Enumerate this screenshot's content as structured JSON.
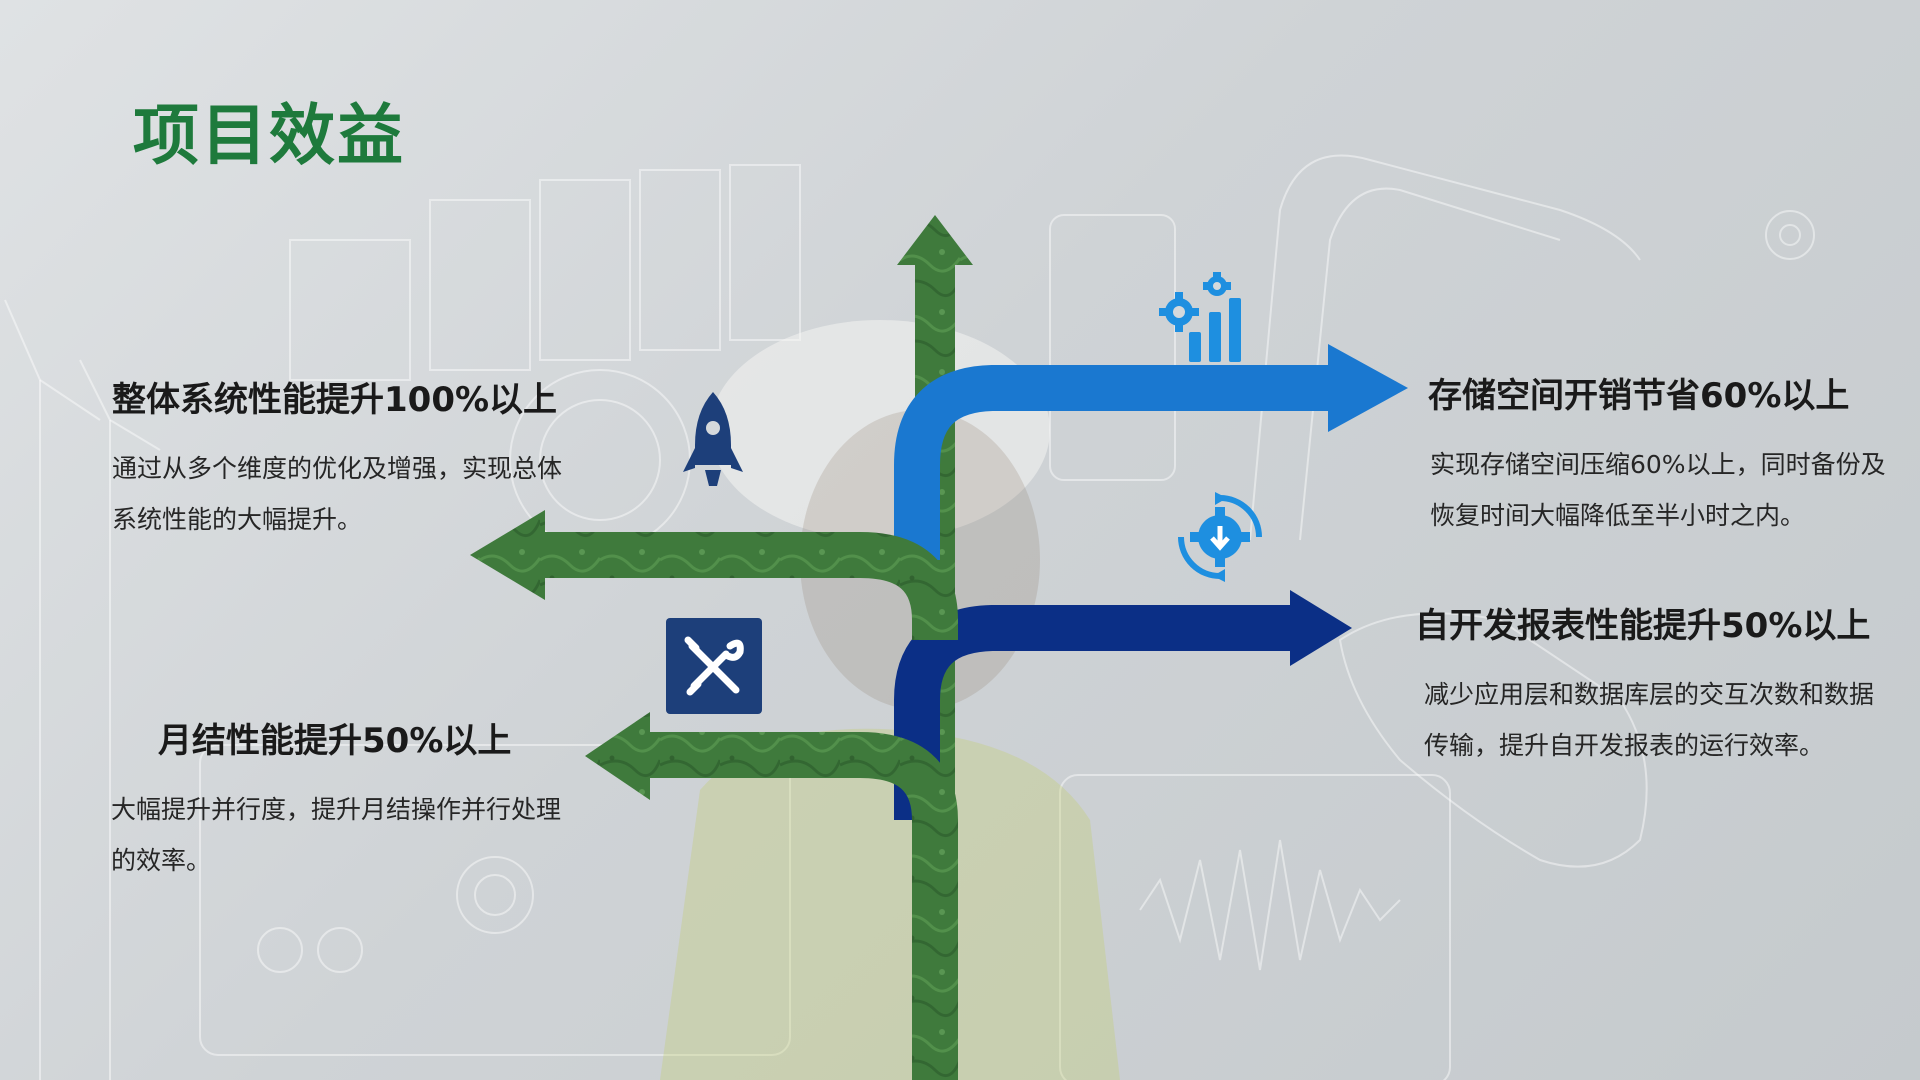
{
  "page": {
    "title": "项目效益"
  },
  "colors": {
    "title_green": "#1e7a3c",
    "arrow_green": "#3f7a3c",
    "arrow_blue": "#1a78d0",
    "arrow_navy": "#0b2f86",
    "icon_navy": "#1d3f7a",
    "icon_blue": "#1e8fe0"
  },
  "benefits": [
    {
      "title": "整体系统性能提升100%以上",
      "desc": "通过从多个维度的优化及增强，实现总体系统性能的大幅提升。",
      "icon": "rocket-icon"
    },
    {
      "title": "存储空间开销节省60%以上",
      "desc": "实现存储空间压缩60%以上，同时备份及恢复时间大幅降低至半小时之内。",
      "icon": "gear-chart-icon"
    },
    {
      "title": "自开发报表性能提升50%以上",
      "desc": "减少应用层和数据库层的交互次数和数据传输，提升自开发报表的运行效率。",
      "icon": "gear-refresh-icon"
    },
    {
      "title": "月结性能提升50%以上",
      "desc": "大幅提升并行度，提升月结操作并行处理的效率。",
      "icon": "tools-icon"
    }
  ]
}
